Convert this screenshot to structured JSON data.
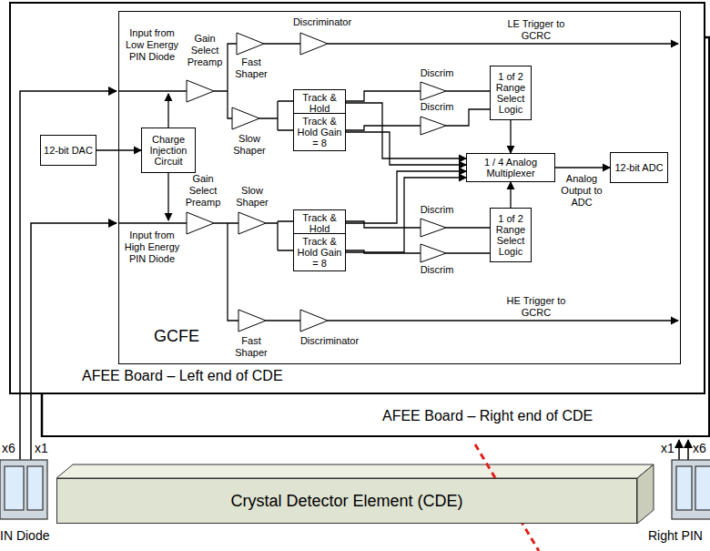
{
  "diagram": {
    "nodes": [
      {
        "text": [
          "AFEE Board – Right end of CDE"
        ]
      },
      {
        "text": [
          "AFEE Board – Left end of CDE"
        ]
      },
      {
        "text": [
          "12-bit DAC"
        ],
        "in": 1
      },
      {
        "text": [
          "GCFE"
        ],
        "in": 1
      },
      {
        "text": [
          "Charge Injection Circuit"
        ],
        "in": 3
      },
      {
        "text": [
          "Track & Hold"
        ],
        "in": 3
      },
      {
        "text": [
          "Track & Hold Gain = 8"
        ],
        "in": 3
      },
      {
        "text": [
          "1 of 2 Range Select Logic"
        ],
        "in": 3
      },
      {
        "text": [
          "1 / 4 Analog Multiplexer"
        ],
        "in": 3
      },
      {
        "text": [
          "12-bit ADC"
        ],
        "in": 3
      },
      {
        "text": [
          "Track & Hold"
        ],
        "in": 3
      },
      {
        "text": [
          "Track & Hold Gain = 8"
        ],
        "in": 3
      },
      {
        "text": [
          "1 of 2 Range Select Logic"
        ],
        "in": 3
      },
      {
        "text": [
          "Crystal Detector Element (CDE)"
        ]
      }
    ],
    "edges": [
      {
        "from": 2,
        "to": 4,
        "arrow": "to"
      },
      {
        "from": 5,
        "to": 8,
        "arrow": "to"
      },
      {
        "from": 6,
        "to": 8,
        "arrow": "to"
      },
      {
        "from": 10,
        "to": 8,
        "arrow": "to"
      },
      {
        "from": 11,
        "to": 8,
        "arrow": "to"
      },
      {
        "from": 7,
        "to": 8,
        "arrow": "to"
      },
      {
        "from": 12,
        "to": 8,
        "arrow": "to"
      },
      {
        "from": 8,
        "to": 9,
        "arrow": "to"
      }
    ],
    "labels": [
      "LE Trigger to GCRC",
      "Discriminator",
      "Input from Low Energy PIN Diode",
      "Gain Select Preamp",
      "Fast Shaper",
      "Discrim",
      "Slow Shaper",
      "Discrim",
      "Analog Output to ADC",
      "Discrim",
      "Slow Shaper",
      "Gain Select Preamp",
      "Discrim",
      "Input from High Energy PIN Diode",
      "HE Trigger to GCRC",
      "Fast Shaper",
      "Discriminator",
      "x6",
      "x1",
      "x1",
      "x6",
      "IN Diode",
      "Right PIN"
    ]
  }
}
